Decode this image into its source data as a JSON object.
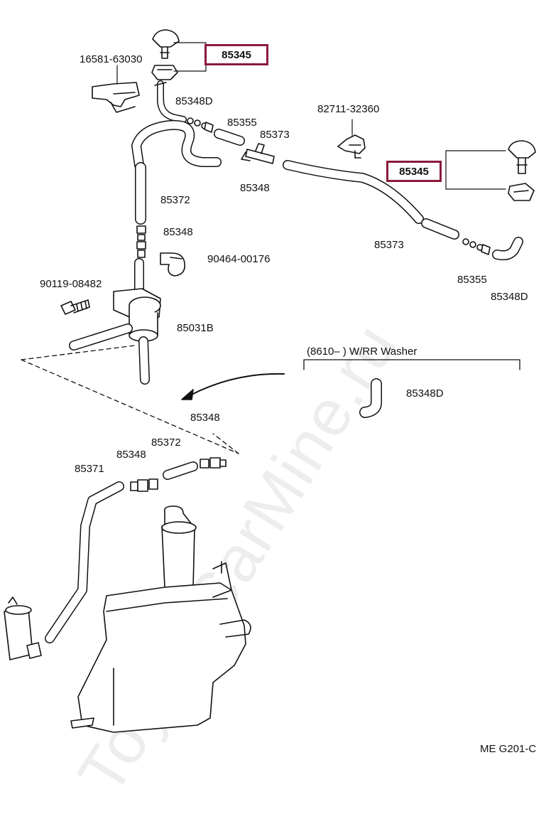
{
  "watermark": "ToyotaCarMine.ru",
  "diagram_code": "ME G201-C",
  "variant_note": "(8610–        ) W/RR Washer",
  "highlighted_labels": [
    "85345",
    "85345"
  ],
  "labels": {
    "l16581": "16581-63030",
    "l85348d_top": "85348D",
    "l85355_top": "85355",
    "l85373_top": "85373",
    "l85348_mid": "85348",
    "l82711": "82711-32360",
    "l85372_top": "85372",
    "l85348_left": "85348",
    "l90464": "90464-00176",
    "l90119": "90119-08482",
    "l85031b": "85031B",
    "l85373_right": "85373",
    "l85355_right": "85355",
    "l85348d_right": "85348D",
    "l85348d_variant": "85348D",
    "l85348_low_right": "85348",
    "l85348_low_left": "85348",
    "l85372_low": "85372",
    "l85371": "85371"
  },
  "colors": {
    "highlight": "#8b1a3a",
    "ink": "#111111"
  }
}
